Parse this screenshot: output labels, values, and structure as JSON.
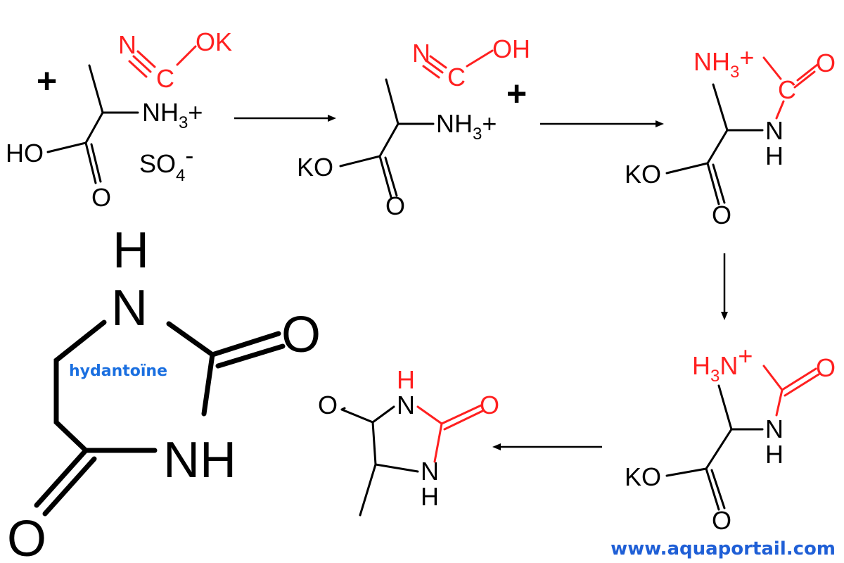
{
  "colors": {
    "black": "#000000",
    "red": "#ff2020",
    "label_blue": "#1a6fe0",
    "url_blue": "#1f5fd6"
  },
  "reactants": {
    "plus1": "+",
    "cyanate": {
      "n": "N",
      "c": "C",
      "ok": "OK"
    },
    "alanine": {
      "nh3": "NH",
      "nh3_sub": "3",
      "nh3_plus": "+",
      "ho": "HO",
      "o": "O"
    },
    "sulfate": {
      "so": "SO",
      "so_sub": "4",
      "so_sup": "-"
    }
  },
  "step2": {
    "cyanic_acid": {
      "n": "N",
      "c": "C",
      "oh": "OH"
    },
    "plus2": "+",
    "salt": {
      "nh3": "NH",
      "nh3_sub": "3",
      "nh3_plus": "+",
      "ko": "KO",
      "o": "O"
    }
  },
  "step3": {
    "nh3": "NH",
    "nh3_sub": "3",
    "nh3_plus": "+",
    "c": "C",
    "o_top": "O",
    "n": "N",
    "h": "H",
    "ko": "KO",
    "o": "O"
  },
  "step4": {
    "h3n_h": "H",
    "h3n_sub": "3",
    "h3n_n": "N",
    "h3n_plus": "+",
    "o_top": "O",
    "n": "N",
    "h": "H",
    "ko": "KO",
    "o": "O"
  },
  "product": {
    "o_left": "O",
    "n_top": "N",
    "h_top": "H",
    "o_right": "O",
    "n_bottom": "N",
    "h_bottom": "H"
  },
  "hydantoin": {
    "h": "H",
    "n_top": "N",
    "o_right": "O",
    "nh": "NH",
    "o_bottom": "O",
    "label": "hydantoïne"
  },
  "watermark": "www.aquaportail.com"
}
